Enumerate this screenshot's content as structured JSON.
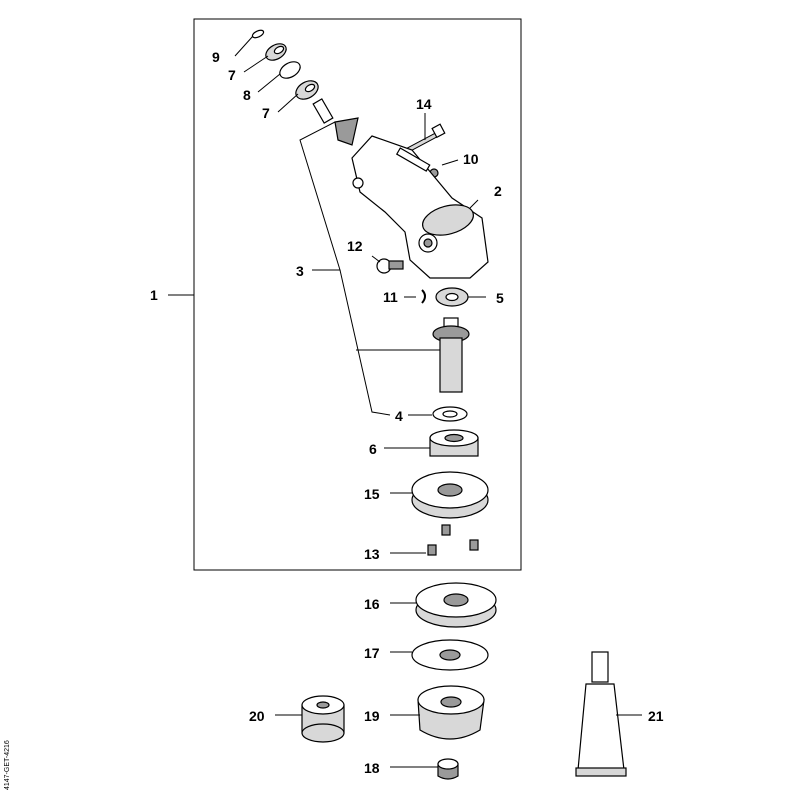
{
  "callouts": {
    "c1": "1",
    "c2": "2",
    "c3": "3",
    "c4": "4",
    "c5": "5",
    "c6": "6",
    "c7a": "7",
    "c7b": "7",
    "c8": "8",
    "c9": "9",
    "c10": "10",
    "c11": "11",
    "c12": "12",
    "c13": "13",
    "c14": "14",
    "c15": "15",
    "c16": "16",
    "c17": "17",
    "c18": "18",
    "c19": "19",
    "c20": "20",
    "c21": "21"
  },
  "drawing_ref": "4147-GET-4216",
  "colors": {
    "line": "#000000",
    "part_fill": "#ffffff",
    "shade": "#d8d8d8",
    "dark_shade": "#9a9a9a"
  }
}
